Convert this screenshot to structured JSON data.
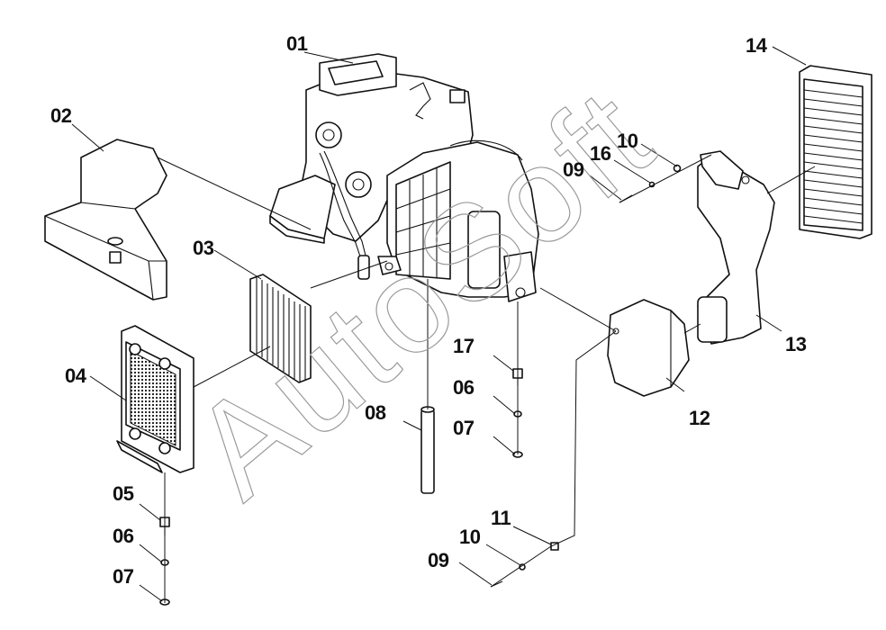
{
  "watermark": "AutoSoft",
  "callouts": {
    "c01": "01",
    "c02": "02",
    "c03": "03",
    "c04": "04",
    "c05": "05",
    "c06a": "06",
    "c07a": "07",
    "c06b": "06",
    "c07b": "07",
    "c08": "08",
    "c09a": "09",
    "c16": "16",
    "c10a": "10",
    "c17": "17",
    "c11": "11",
    "c10b": "10",
    "c09b": "09",
    "c12": "12",
    "c13": "13",
    "c14": "14"
  },
  "colors": {
    "line": "#111111",
    "watermark": "#9a9a9a",
    "background": "#ffffff"
  }
}
